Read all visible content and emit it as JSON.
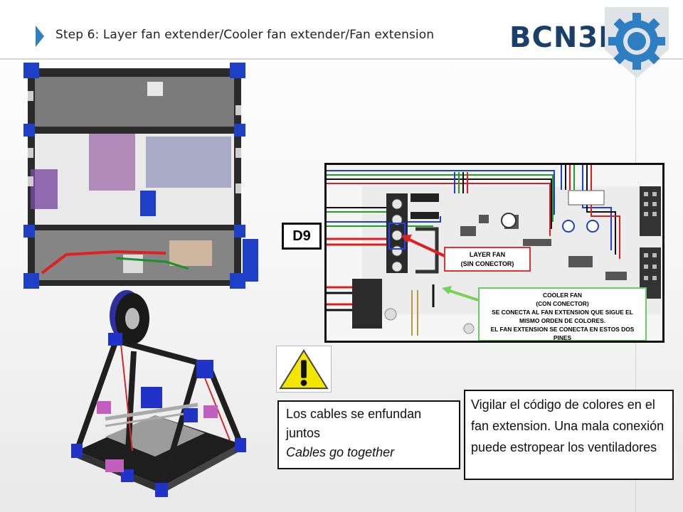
{
  "header": {
    "title": "Step 6: Layer fan extender/Cooler fan extender/Fan extension",
    "logo_text": "BCN3D"
  },
  "board": {
    "tag": "D9",
    "layer_fan_label": "LAYER FAN\n(SIN CONECTOR)",
    "cooler_fan_label": "COOLER FAN\n(CON CONECTOR)\nSE CONECTA AL FAN EXTENSION QUE SIGUE EL\nMISMO ORDEN DE COLORES.\nEL FAN EXTENSION SE CONECTA EN ESTOS DOS\nPINES"
  },
  "notes": {
    "cables_es": "Los cables se enfundan juntos",
    "cables_en": "Cables go together",
    "colors_warning": "Vigilar el código de colores en el fan extension. Una mala conexión puede estropear los ventiladores"
  },
  "icons": {
    "step_chevron": "chevron-right-icon",
    "warning": "warning-triangle-icon",
    "logo_gear": "gear-icon"
  },
  "colors": {
    "accent_blue": "#2e7fc1",
    "brand_navy": "#1b3f6b",
    "warning_yellow": "#f2e600",
    "red_arrow": "#e02020",
    "green_arrow": "#7ad15a"
  }
}
